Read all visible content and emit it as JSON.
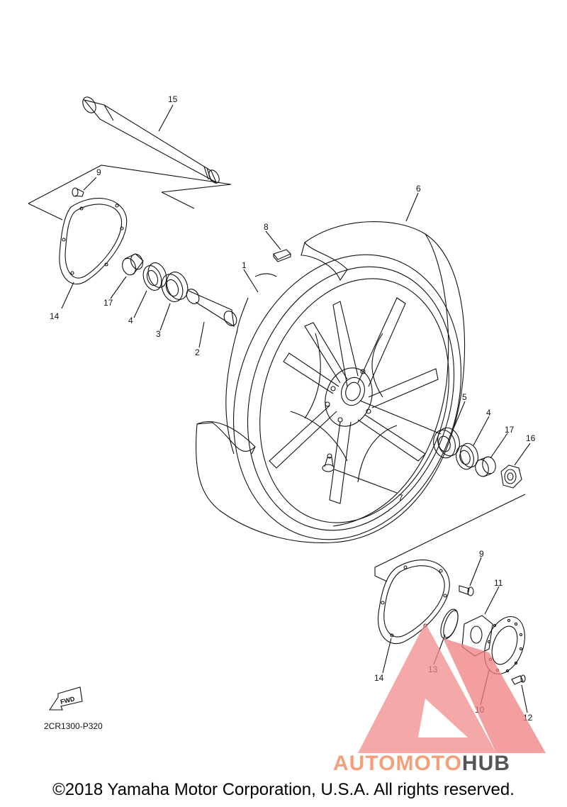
{
  "diagram": {
    "callouts": {
      "c1": "1",
      "c2": "2",
      "c3": "3",
      "c4a": "4",
      "c4b": "4",
      "c5": "5",
      "c6": "6",
      "c7": "7",
      "c8": "8",
      "c9a": "9",
      "c9b": "9",
      "c10": "10",
      "c11": "11",
      "c12": "12",
      "c13": "13",
      "c14a": "14",
      "c14b": "14",
      "c15": "15",
      "c16": "16",
      "c17a": "17",
      "c17b": "17"
    },
    "fwd_label": "FWD",
    "ref_code": "2CR1300-P320"
  },
  "footer": {
    "copyright": "©2018 Yamaha Motor Corporation, U.S.A. All rights reserved."
  },
  "watermark": {
    "part1": "AUTOMOTO",
    "part2": "HUB",
    "color": "#e8585a"
  }
}
